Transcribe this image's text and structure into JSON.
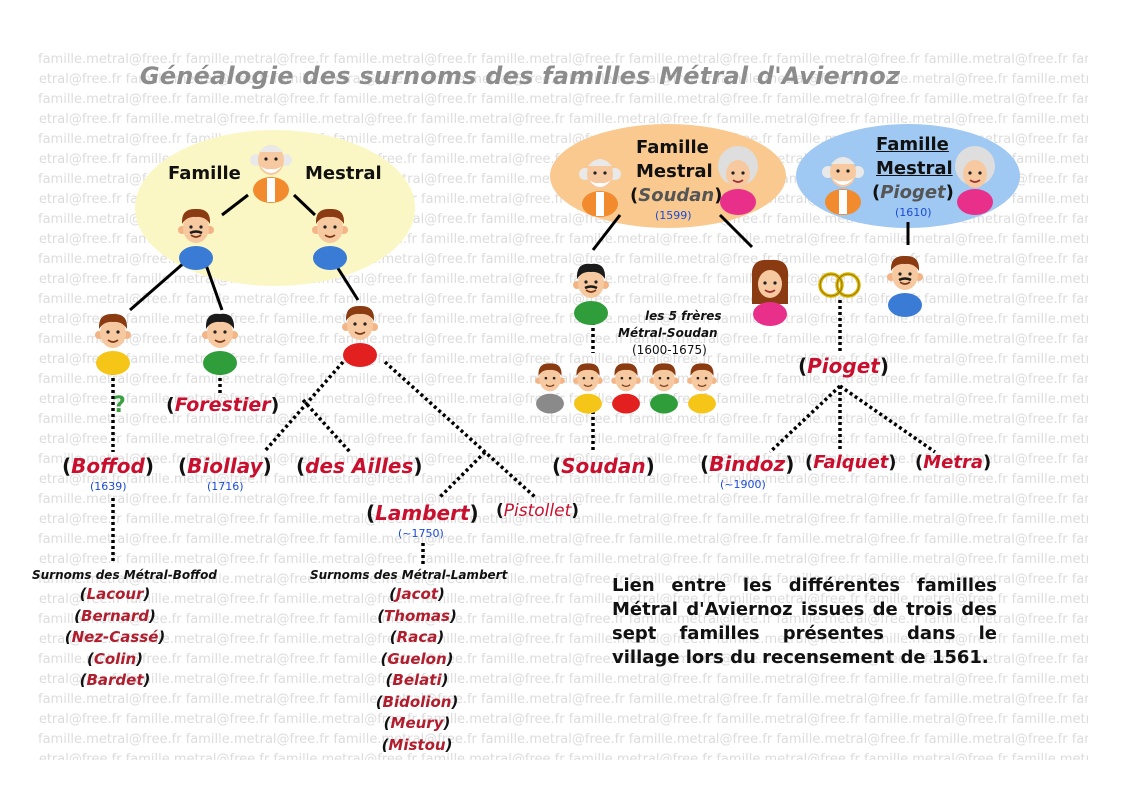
{
  "watermark": "famille.metral@free.fr",
  "title": "Généalogie des surnoms des familles Métral d'Aviernoz",
  "families": {
    "mestral_left": {
      "word1": "Famille",
      "word2": "Mestral"
    },
    "soudan": {
      "word1": "Famille",
      "word2": "Mestral",
      "nickname": "Soudan",
      "year": "1599"
    },
    "pioget": {
      "word1": "Famille",
      "word2": "Mestral",
      "nickname": "Pioget",
      "year": "1610"
    }
  },
  "question_mark": "?",
  "brothers": {
    "line1": "les 5 frères",
    "line2": "Métral-Soudan",
    "years": "(1600-1675)"
  },
  "nicknames": {
    "forestier": "Forestier",
    "boffod": "Boffod",
    "boffod_year": "1639",
    "biollay": "Biollay",
    "biollay_year": "1716",
    "des_ailles": "des Ailles",
    "lambert": "Lambert",
    "lambert_year": "~1750",
    "pistollet": "Pistollet",
    "soudan": "Soudan",
    "pioget": "Pioget",
    "bindoz": "Bindoz",
    "bindoz_year": "~1900",
    "falquet": "Falquet",
    "metra": "Metra"
  },
  "boffod_list": {
    "heading": "Surnoms des Métral-Boffod",
    "items": [
      "Lacour",
      "Bernard",
      "Nez-Cassé",
      "Colin",
      "Bardet"
    ]
  },
  "lambert_list": {
    "heading": "Surnoms des Métral-Lambert",
    "items": [
      "Jacot",
      "Thomas",
      "Raca",
      "Guelon",
      "Belati",
      "Bidolion",
      "Meury",
      "Mistou"
    ]
  },
  "description": "Lien entre les différentes familles Métral d'Aviernoz issues de trois des sept familles présentes dans le village lors du recensement de 1561.",
  "colors": {
    "ellipse_yellow": "#fbf7c4",
    "ellipse_orange": "#f9c98f",
    "ellipse_blue": "#9fc8f2",
    "nickname_red": "#c8102e",
    "year_blue": "#1a4bd6"
  }
}
